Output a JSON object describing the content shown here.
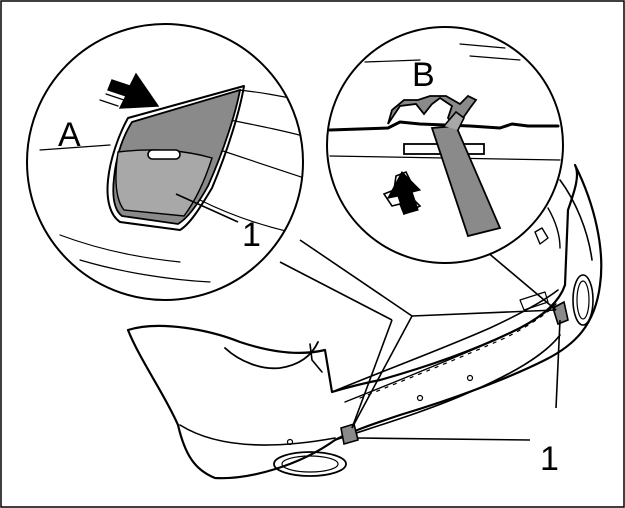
{
  "labels": {
    "detail_a": "A",
    "detail_b": "B",
    "part_1_top": "1",
    "part_1_bottom": "1"
  },
  "colors": {
    "line": "#000000",
    "background": "#ffffff",
    "part_fill": "#8a8a8a",
    "part_fill_light": "#a8a8a8"
  }
}
